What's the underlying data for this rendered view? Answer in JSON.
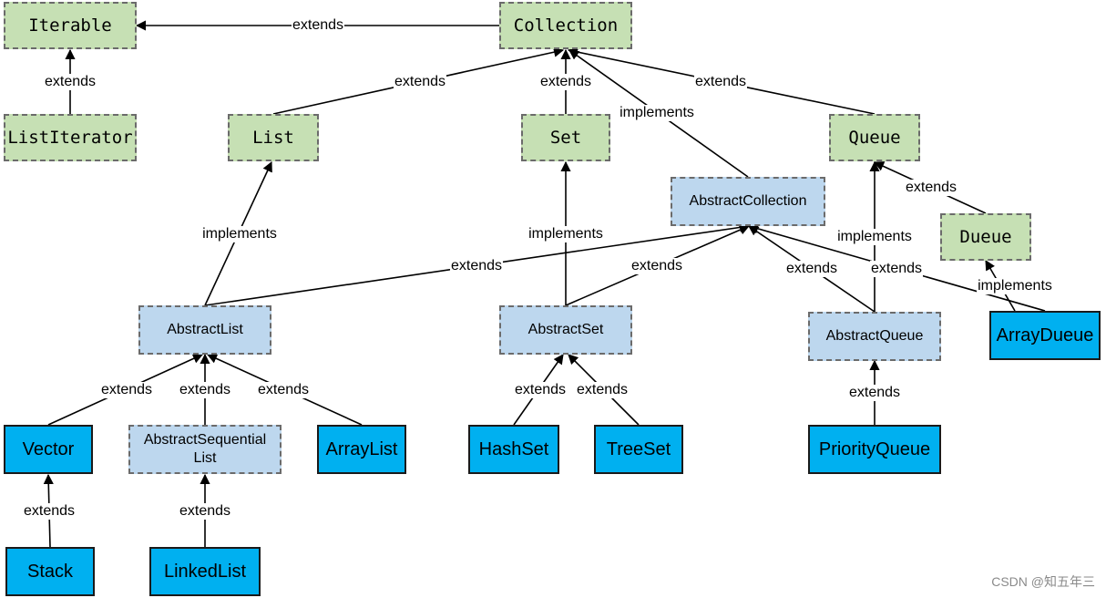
{
  "nodes": {
    "iterable": "Iterable",
    "collection": "Collection",
    "list_iterator": "ListIterator",
    "list": "List",
    "set": "Set",
    "queue": "Queue",
    "abstract_collection": "AbstractCollection",
    "dueue": "Dueue",
    "abstract_list": "AbstractList",
    "abstract_set": "AbstractSet",
    "abstract_queue": "AbstractQueue",
    "array_dueue": "ArrayDueue",
    "vector": "Vector",
    "abstract_sequential_list": "AbstractSequential List",
    "array_list": "ArrayList",
    "hash_set": "HashSet",
    "tree_set": "TreeSet",
    "priority_queue": "PriorityQueue",
    "stack": "Stack",
    "linked_list": "LinkedList"
  },
  "relation_labels": {
    "extends": "extends",
    "implements": "implements"
  },
  "edges": [
    {
      "from": "collection",
      "to": "iterable",
      "type": "extends"
    },
    {
      "from": "list_iterator",
      "to": "iterable",
      "type": "extends"
    },
    {
      "from": "list",
      "to": "collection",
      "type": "extends"
    },
    {
      "from": "set",
      "to": "collection",
      "type": "extends"
    },
    {
      "from": "queue",
      "to": "collection",
      "type": "extends"
    },
    {
      "from": "abstract_collection",
      "to": "collection",
      "type": "implements"
    },
    {
      "from": "abstract_list",
      "to": "list",
      "type": "implements"
    },
    {
      "from": "abstract_set",
      "to": "set",
      "type": "implements"
    },
    {
      "from": "abstract_queue",
      "to": "queue",
      "type": "implements"
    },
    {
      "from": "dueue",
      "to": "queue",
      "type": "extends"
    },
    {
      "from": "array_dueue",
      "to": "dueue",
      "type": "implements"
    },
    {
      "from": "abstract_list",
      "to": "abstract_collection",
      "type": "extends"
    },
    {
      "from": "abstract_set",
      "to": "abstract_collection",
      "type": "extends"
    },
    {
      "from": "abstract_queue",
      "to": "abstract_collection",
      "type": "extends"
    },
    {
      "from": "array_dueue",
      "to": "abstract_collection",
      "type": "extends"
    },
    {
      "from": "vector",
      "to": "abstract_list",
      "type": "extends"
    },
    {
      "from": "abstract_sequential_list",
      "to": "abstract_list",
      "type": "extends"
    },
    {
      "from": "array_list",
      "to": "abstract_list",
      "type": "extends"
    },
    {
      "from": "hash_set",
      "to": "abstract_set",
      "type": "extends"
    },
    {
      "from": "tree_set",
      "to": "abstract_set",
      "type": "extends"
    },
    {
      "from": "priority_queue",
      "to": "abstract_queue",
      "type": "extends"
    },
    {
      "from": "stack",
      "to": "vector",
      "type": "extends"
    },
    {
      "from": "linked_list",
      "to": "abstract_sequential_list",
      "type": "extends"
    }
  ],
  "watermark": "CSDN @知五年三"
}
